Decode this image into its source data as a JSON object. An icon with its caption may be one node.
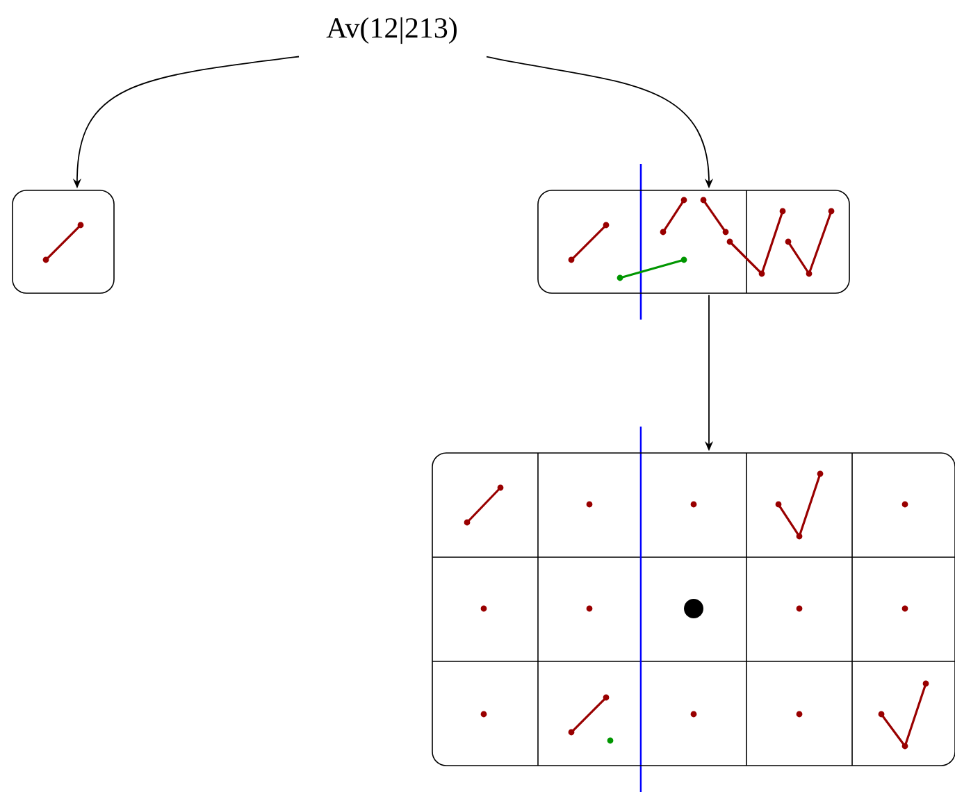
{
  "diagram": {
    "nodes": [
      {
        "text": [
          "Av(12|213)"
        ]
      },
      {
        "text": [],
        "shape": "box"
      },
      {
        "text": [],
        "shape": "box"
      },
      {
        "text": [],
        "shape": "box"
      }
    ],
    "edges": [
      {
        "from": 0,
        "to": 1,
        "arrow": "to"
      },
      {
        "from": 0,
        "to": 2,
        "arrow": "to"
      },
      {
        "from": 2,
        "to": 3,
        "arrow": "to"
      }
    ]
  }
}
